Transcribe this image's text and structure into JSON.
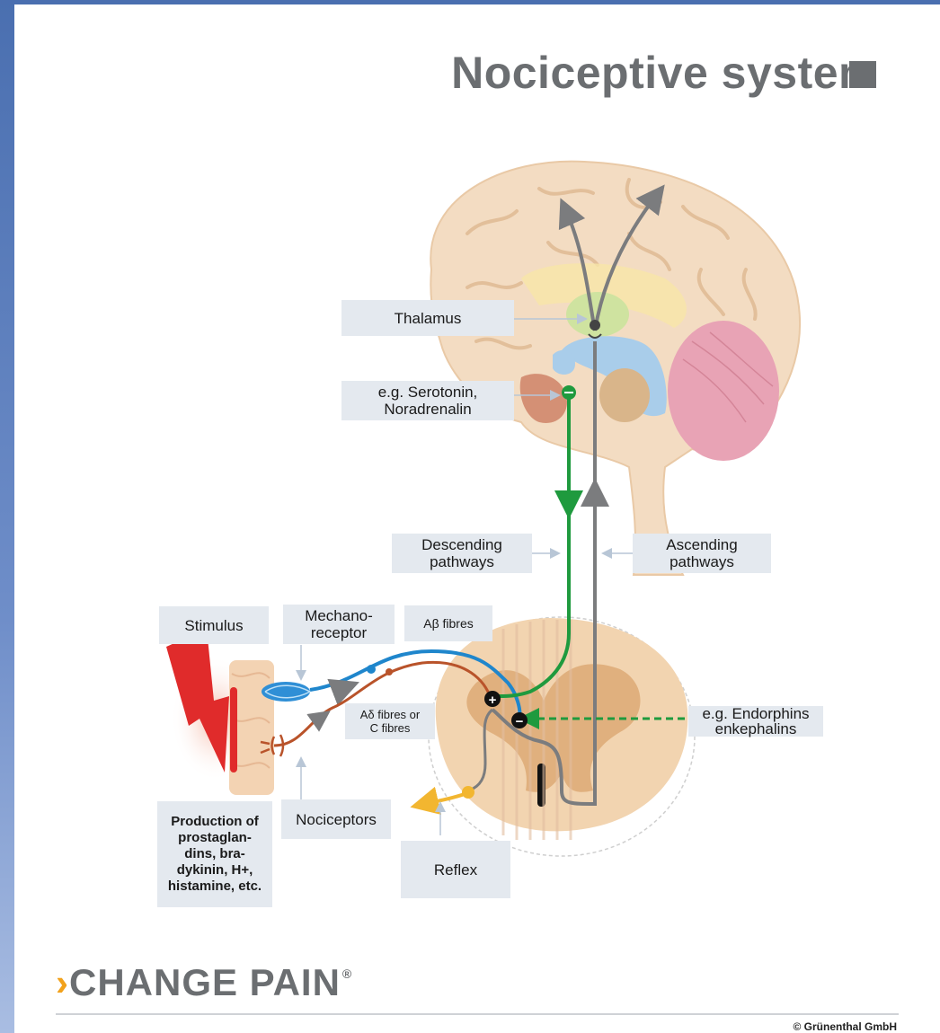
{
  "title": "Nociceptive system",
  "labels": {
    "thalamus": "Thalamus",
    "serotonin": [
      "e.g. Serotonin,",
      "Noradrenalin"
    ],
    "descending": [
      "Descending",
      "pathways"
    ],
    "ascending": [
      "Ascending",
      "pathways"
    ],
    "stimulus": "Stimulus",
    "mechanoreceptor": [
      "Mechano-",
      "receptor"
    ],
    "abeta": "Aβ fibres",
    "adelta": [
      "Aδ fibres or",
      "C fibres"
    ],
    "endorphins": [
      "e.g. Endorphins",
      "enkephalins"
    ],
    "production": [
      "Production of",
      "prostaglan-",
      "dins, bra-",
      "dykinin, H+,",
      "histamine, etc."
    ],
    "nociceptors": "Nociceptors",
    "reflex": "Reflex"
  },
  "signs": {
    "plus": "+",
    "minus": "−"
  },
  "logo": {
    "chevron": "›",
    "text": "CHANGE PAIN",
    "registered": "®"
  },
  "copyright": "© Grünenthal GmbH",
  "colors": {
    "ascending": "#7b7c7e",
    "descending": "#1f9a3e",
    "abeta": "#1f86cc",
    "nociceptor": "#b9532a",
    "reflex": "#f2b630",
    "label_bg": "#e4e9ef",
    "brain": "#f3dcc2",
    "cerebellum": "#e8a3b5",
    "thalamus": "#cfe3a0",
    "spinal_cord": "#f2d4b0"
  }
}
